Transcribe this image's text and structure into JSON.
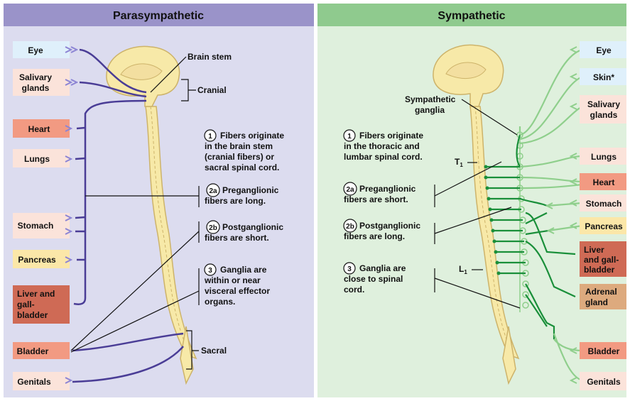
{
  "colors": {
    "para_bg": "#dcdcef",
    "para_header": "#9a93c9",
    "symp_bg": "#dff0dd",
    "symp_header": "#8fca8e",
    "para_fiber": "#4a3d96",
    "symp_pre": "#1a8f3a",
    "symp_post": "#8fcf8c",
    "spine_fill": "#f7e9a8",
    "spine_stroke": "#cdb36a",
    "organ_light": "#fbe3da",
    "organ_heart": "#f29a82",
    "organ_liver": "#cf6a55",
    "organ_pancreas": "#fbe7a8",
    "organ_eye": "#dff0fb",
    "organ_adrenal": "#ddaa7e"
  },
  "para": {
    "title": "Parasympathetic",
    "brain_stem": "Brain stem",
    "cranial": "Cranial",
    "sacral": "Sacral",
    "organs": {
      "eye": "Eye",
      "salivary_1": "Salivary",
      "salivary_2": "glands",
      "heart": "Heart",
      "lungs": "Lungs",
      "stomach": "Stomach",
      "pancreas": "Pancreas",
      "liver_1": "Liver and",
      "liver_2": "gall-",
      "liver_3": "bladder",
      "bladder": "Bladder",
      "genitals": "Genitals"
    },
    "notes": {
      "n1_num": "1",
      "n1_l1": "Fibers originate",
      "n1_l2": "in the brain stem",
      "n1_l3": "(cranial fibers) or",
      "n1_l4": "sacral spinal cord.",
      "n2a_num": "2a",
      "n2a_l1": "Preganglionic",
      "n2a_l2": "fibers are long.",
      "n2b_num": "2b",
      "n2b_l1": "Postganglionic",
      "n2b_l2": "fibers are short.",
      "n3_num": "3",
      "n3_l1": "Ganglia are",
      "n3_l2": "within or near",
      "n3_l3": "visceral effector",
      "n3_l4": "organs."
    }
  },
  "symp": {
    "title": "Sympathetic",
    "ganglia_1": "Sympathetic",
    "ganglia_2": "ganglia",
    "t1_main": "T",
    "t1_sub": "1",
    "l1_main": "L",
    "l1_sub": "1",
    "organs": {
      "eye": "Eye",
      "skin": "Skin*",
      "salivary_1": "Salivary",
      "salivary_2": "glands",
      "lungs": "Lungs",
      "heart": "Heart",
      "stomach": "Stomach",
      "pancreas": "Pancreas",
      "liver_1": "Liver",
      "liver_2": "and gall-",
      "liver_3": "bladder",
      "adrenal_1": "Adrenal",
      "adrenal_2": "gland",
      "bladder": "Bladder",
      "genitals": "Genitals"
    },
    "notes": {
      "n1_num": "1",
      "n1_l1": "Fibers originate",
      "n1_l2": "in the thoracic and",
      "n1_l3": "lumbar spinal cord.",
      "n2a_num": "2a",
      "n2a_l1": "Preganglionic",
      "n2a_l2": "fibers are short.",
      "n2b_num": "2b",
      "n2b_l1": "Postganglionic",
      "n2b_l2": "fibers are long.",
      "n3_num": "3",
      "n3_l1": "Ganglia are",
      "n3_l2": "close to spinal",
      "n3_l3": "cord."
    }
  }
}
